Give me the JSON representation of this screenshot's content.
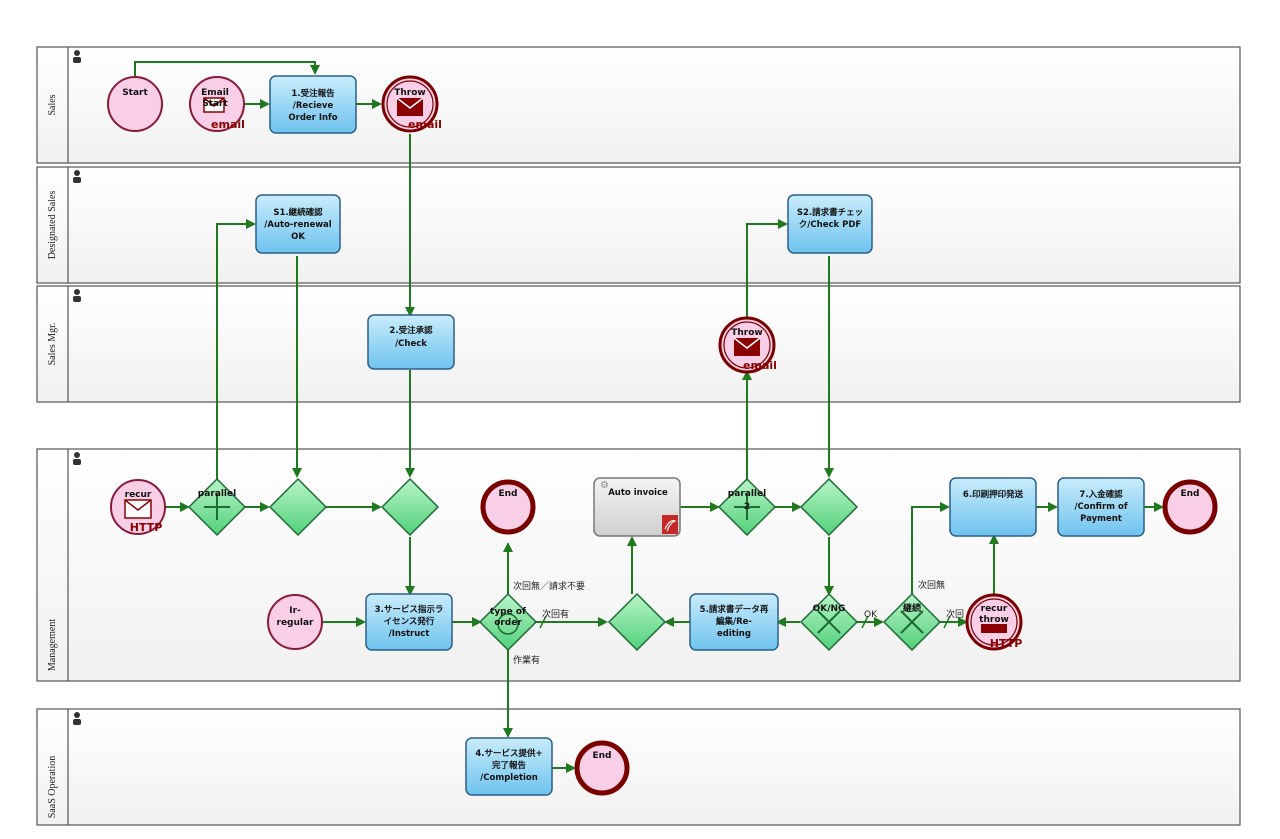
{
  "lanes": {
    "sales": "Sales",
    "designated_sales": "Designated Sales",
    "sales_mgr": "Sales Mgr.",
    "management": "Management",
    "saas_operation": "SaaS Operation"
  },
  "events": {
    "start": "Start",
    "email_start": [
      "Email",
      "Start"
    ],
    "email_start_sub": "email",
    "throw_sales": "Throw",
    "throw_sales_sub": "email",
    "throw_mgr": "Throw",
    "throw_mgr_sub": "email",
    "recur": "recur",
    "recur_sub": "HTTP",
    "irregular": [
      "Ir-",
      "regular"
    ],
    "end_top": "End",
    "end_right": "End",
    "end_saas": "End",
    "recur_throw": [
      "recur",
      "throw"
    ],
    "recur_throw_sub": "HTTP"
  },
  "tasks": {
    "t1": [
      "1.受注報告",
      "/Recieve",
      "Order Info"
    ],
    "s1": [
      "S1.継続確認",
      "/Auto-renewal",
      "OK"
    ],
    "t2": [
      "2.受注承認",
      "/Check"
    ],
    "s2": [
      "S2.請求書チェッ",
      "ク/Check PDF"
    ],
    "auto_invoice": "Auto invoice",
    "t3": [
      "3.サービス指示ラ",
      "イセンス発行",
      "/Instruct"
    ],
    "t4": [
      "4.サービス提供+",
      "完了報告",
      "/Completion"
    ],
    "t5": [
      "5.請求書データ再",
      "編集/Re-",
      "editing"
    ],
    "t6": "6.印刷押印発送",
    "t7": [
      "7.入金確認",
      "/Confirm of",
      "Payment"
    ]
  },
  "gateways": {
    "parallel": "parallel",
    "parallel2": "parallel",
    "parallel2_sub": "2",
    "type_of_order": [
      "type of",
      "order"
    ],
    "ok_ng": "OK/NG",
    "keizoku": "継続"
  },
  "flow_labels": {
    "no_next": "次回無／請求不要",
    "next": "次回有",
    "work": "作業有",
    "ok": "OK",
    "no_next2": "次回無",
    "next2": "次回"
  }
}
